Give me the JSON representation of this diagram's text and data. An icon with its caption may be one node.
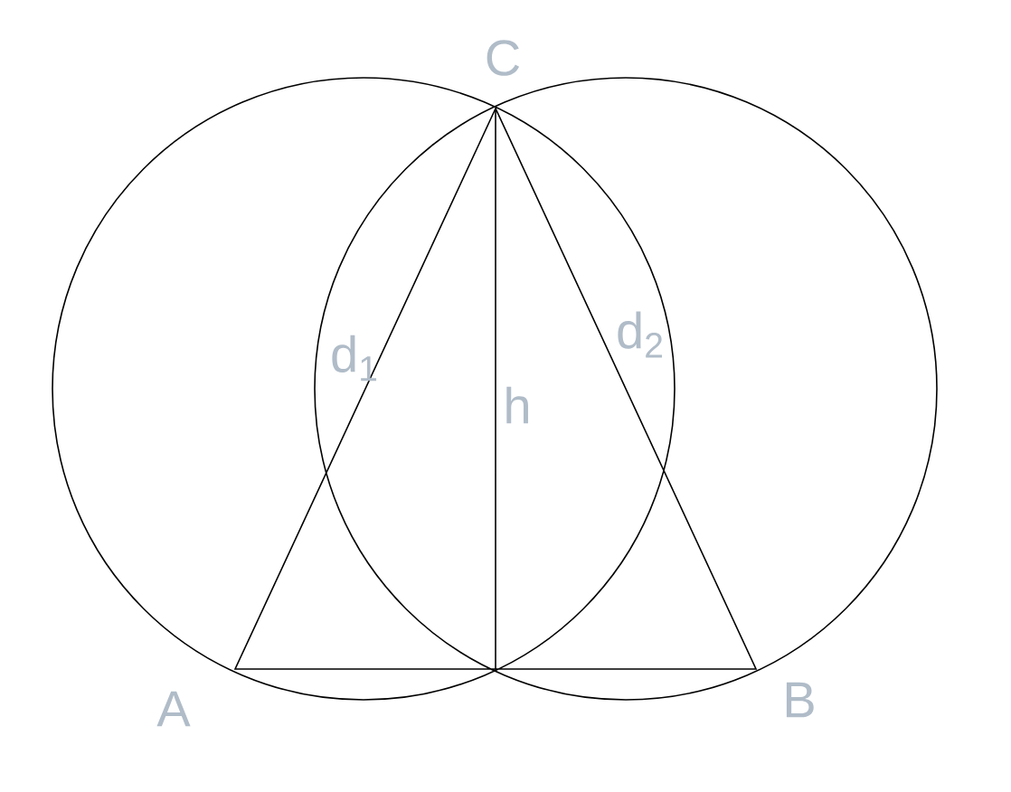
{
  "diagram": {
    "labels": [
      "C",
      "d$_{1}$",
      "h",
      "d$_{2}$",
      "A",
      "B"
    ]
  }
}
